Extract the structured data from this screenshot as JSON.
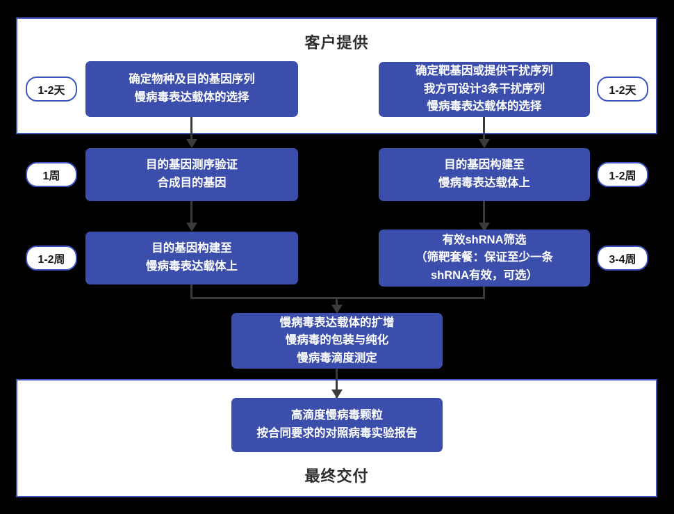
{
  "panels": {
    "top": {
      "title": "客户提供"
    },
    "bottom": {
      "title": "最终交付"
    }
  },
  "boxes": {
    "left_r1": {
      "lines": [
        "确定物种及目的基因序列",
        "慢病毒表达载体的选择"
      ]
    },
    "right_r1": {
      "lines": [
        "确定靶基因或提供干扰序列",
        "我方可设计3条干扰序列",
        "慢病毒表达载体的选择"
      ]
    },
    "left_r2": {
      "lines": [
        "目的基因测序验证",
        "合成目的基因"
      ]
    },
    "right_r2": {
      "lines": [
        "目的基因构建至",
        "慢病毒表达载体上"
      ]
    },
    "left_r3": {
      "lines": [
        "目的基因构建至",
        "慢病毒表达载体上"
      ]
    },
    "right_r3": {
      "lines": [
        "有效shRNA筛选",
        "（筛靶套餐：保证至少一条",
        "shRNA有效，可选）"
      ]
    },
    "merge": {
      "lines": [
        "慢病毒表达载体的扩增",
        "慢病毒的包装与纯化",
        "慢病毒滴度测定"
      ]
    },
    "final": {
      "lines": [
        "高滴度慢病毒颗粒",
        "按合同要求的对照病毒实验报告"
      ]
    }
  },
  "durations": {
    "left_r1": "1-2天",
    "right_r1": "1-2天",
    "left_r2": "1周",
    "right_r2": "1-2周",
    "left_r3": "1-2周",
    "right_r3": "3-4周"
  },
  "colors": {
    "box_fill": "#3b4eac",
    "panel_border": "#3b54bf",
    "connector": "#3b3b3b",
    "panel_bg": "#ffffff",
    "page_bg": "#000000",
    "box_text": "#ffffff",
    "title_text": "#2e2e2e"
  }
}
